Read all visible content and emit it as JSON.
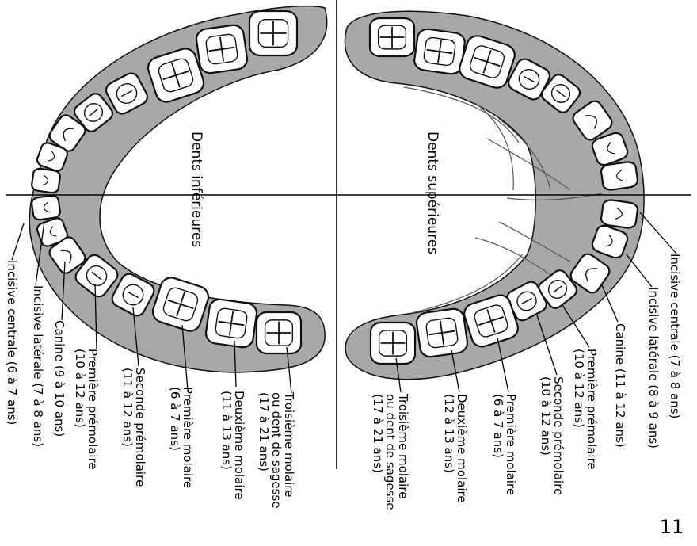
{
  "diagram": {
    "colors": {
      "gum": "#a8a8a8",
      "gum_dark": "#7d7d7d",
      "tooth_fill": "#ffffff",
      "ink": "#111111",
      "background": "#ffffff"
    },
    "lower_jaw": {
      "title": "Dents inférieures",
      "labels": [
        {
          "id": "lower-central-incisor",
          "lines": [
            "Incisive centrale (6 à 7 ans)"
          ]
        },
        {
          "id": "lower-lateral-incisor",
          "lines": [
            "Incisive latérale (7 à 8 ans)"
          ]
        },
        {
          "id": "lower-canine",
          "lines": [
            "Canine (9 à 10 ans)"
          ]
        },
        {
          "id": "lower-first-premolar",
          "lines": [
            "Première prémolaire",
            "(10 à 12 ans)"
          ]
        },
        {
          "id": "lower-second-premolar",
          "lines": [
            "Seconde prémolaire",
            "(11 à 12 ans)"
          ]
        },
        {
          "id": "lower-first-molar",
          "lines": [
            "Première molaire",
            "(6 à 7 ans)"
          ]
        },
        {
          "id": "lower-second-molar",
          "lines": [
            "Deuxième molaire",
            "(11 à 13 ans)"
          ]
        },
        {
          "id": "lower-third-molar",
          "lines": [
            "Troisième molaire",
            "ou dent de sagesse",
            "(17 à 21 ans)"
          ]
        }
      ]
    },
    "upper_jaw": {
      "title": "Dents supérieures",
      "labels": [
        {
          "id": "upper-central-incisor",
          "lines": [
            "Incisive centrale (7 à 8 ans)"
          ]
        },
        {
          "id": "upper-lateral-incisor",
          "lines": [
            "Incisive latérale (8 à 9 ans)"
          ]
        },
        {
          "id": "upper-canine",
          "lines": [
            "Canine (11 à 12 ans)"
          ]
        },
        {
          "id": "upper-first-premolar",
          "lines": [
            "Première prémolaire",
            "(10 à 12 ans)"
          ]
        },
        {
          "id": "upper-second-premolar",
          "lines": [
            "Seconde prémolaire",
            "(10 à 12 ans)"
          ]
        },
        {
          "id": "upper-first-molar",
          "lines": [
            "Première molaire",
            "(6 à 7 ans)"
          ]
        },
        {
          "id": "upper-second-molar",
          "lines": [
            "Deuxième molaire",
            "(12 à 13 ans)"
          ]
        },
        {
          "id": "upper-third-molar",
          "lines": [
            "Troisième molaire",
            "ou dent de sagesse",
            "(17 à 21 ans)"
          ]
        }
      ]
    }
  },
  "page_number": "11"
}
